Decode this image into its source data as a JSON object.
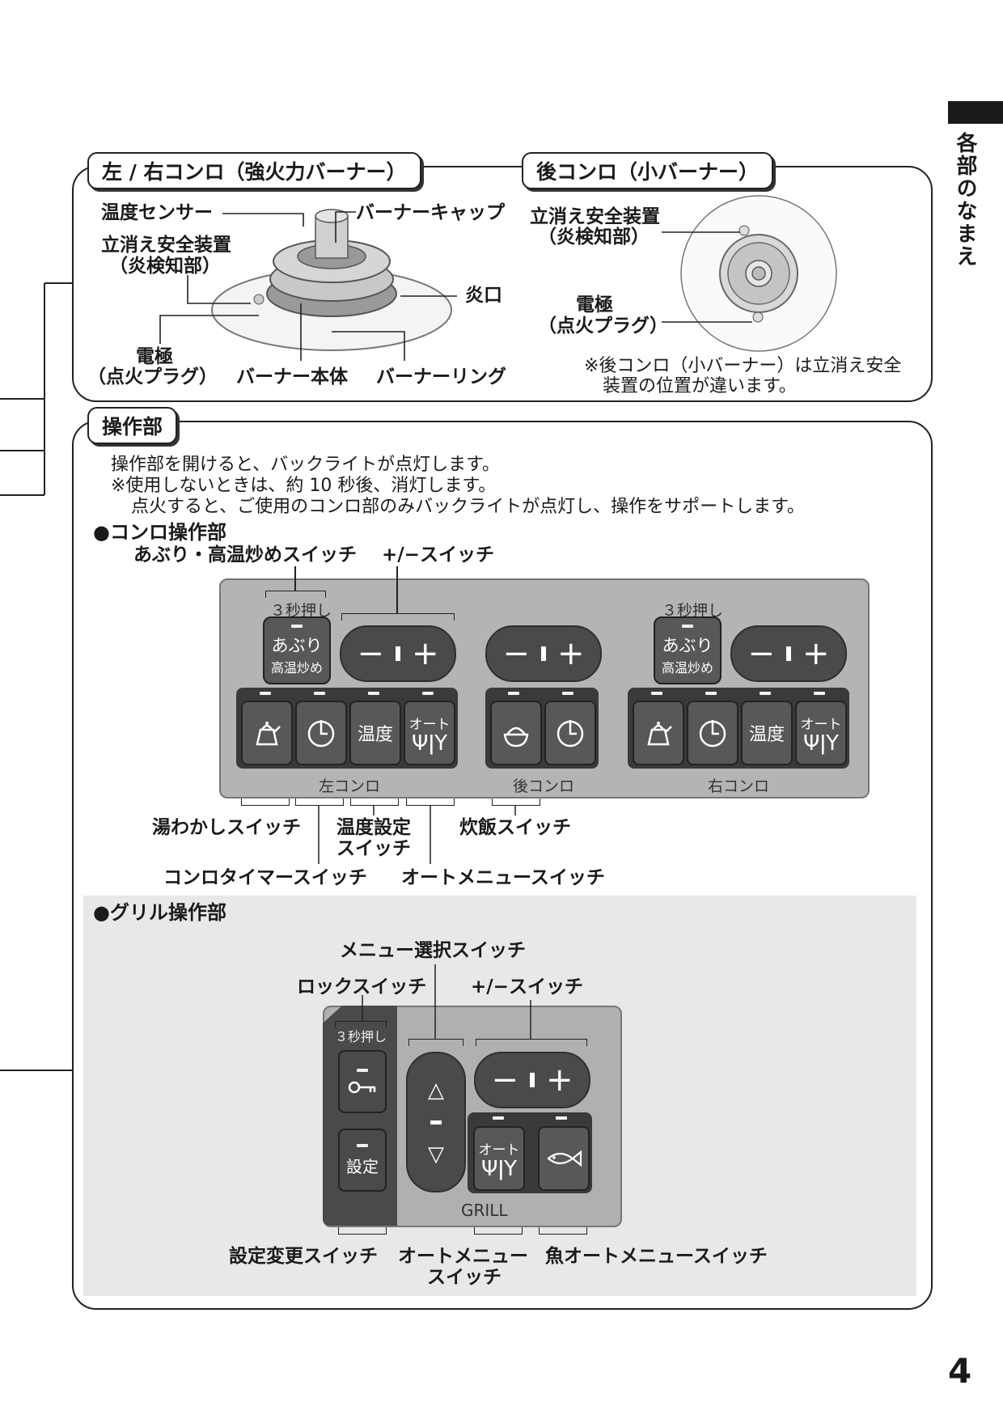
{
  "side_tab": {
    "label": "各部のなまえ"
  },
  "page_number": "4",
  "burner": {
    "lr_title": "左 / 右コンロ（強火力バーナー）",
    "rear_title": "後コンロ（小バーナー）",
    "lr_labels": {
      "temp_sensor": "温度センサー",
      "burner_cap": "バーナーキャップ",
      "safety1": "立消え安全装置",
      "safety2": "（炎検知部）",
      "flame_port": "炎口",
      "electrode1": "電極",
      "electrode2": "（点火プラグ）",
      "burner_body": "バーナー本体",
      "burner_ring": "バーナーリング"
    },
    "rear_labels": {
      "safety1": "立消え安全装置",
      "safety2": "（炎検知部）",
      "electrode1": "電極",
      "electrode2": "（点火プラグ）",
      "note1": "※後コンロ（小バーナー）は立消え安全",
      "note2": "装置の位置が違います。"
    }
  },
  "ops": {
    "title": "操作部",
    "intro1": "操作部を開けると、バックライトが点灯します。",
    "intro2": "※使用しないときは、約 10 秒後、消灯します。",
    "intro3": "点火すると、ご使用のコンロ部のみバックライトが点灯し、操作をサポートします。",
    "stove_heading": "●コンロ操作部",
    "stove_top_label1": "あぶり・高温炒めスイッチ",
    "stove_top_label2": "+/−スイッチ",
    "panel": {
      "hold3": "３秒押し",
      "aburi": "あぶり",
      "kouon": "高温炒め",
      "onndo": "温度",
      "auto": "オート",
      "left": "左コンロ",
      "rear": "後コンロ",
      "right": "右コンロ"
    },
    "stove_bottom": {
      "kettle": "湯わかしスイッチ",
      "temp_set1": "温度設定",
      "temp_set2": "スイッチ",
      "rice": "炊飯スイッチ",
      "timer": "コンロタイマースイッチ",
      "auto_menu": "オートメニュースイッチ"
    },
    "grill_heading": "●グリル操作部",
    "grill_labels": {
      "menu_select": "メニュー選択スイッチ",
      "lock": "ロックスイッチ",
      "plus_minus": "+/−スイッチ",
      "setting_change": "設定変更スイッチ",
      "auto_menu1": "オートメニュー",
      "auto_menu2": "スイッチ",
      "fish_auto": "魚オートメニュースイッチ"
    },
    "grill_panel": {
      "hold3": "３秒押し",
      "settei": "設定",
      "auto": "オート",
      "grill": "GRILL"
    }
  },
  "colors": {
    "panel": "#b4b4b4",
    "key": "#585858",
    "pill": "#4a4a4a",
    "grill_bg": "#e8e8e8"
  }
}
